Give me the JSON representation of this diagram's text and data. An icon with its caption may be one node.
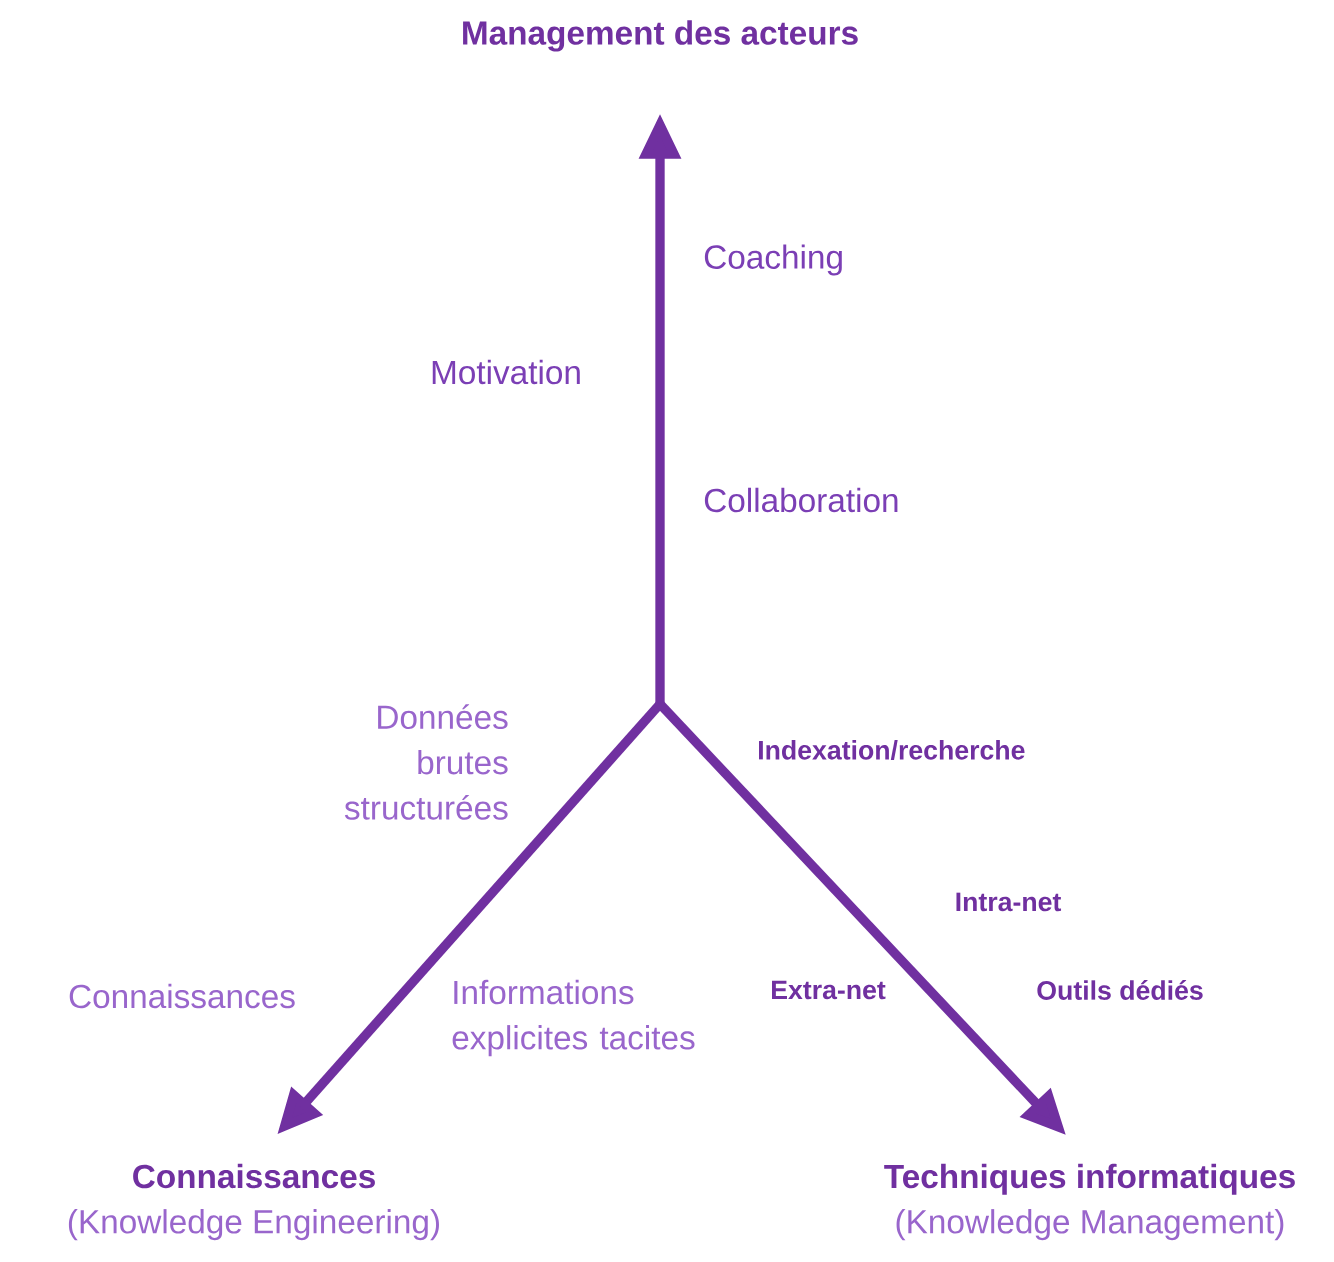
{
  "diagram": {
    "nodes": [
      {
        "text": [
          "Management des acteurs"
        ]
      },
      {
        "text": [
          "Connaissances",
          "(Knowledge Engineering)"
        ]
      },
      {
        "text": [
          "Techniques informatiques",
          "(Knowledge Management)"
        ]
      }
    ],
    "edges": [
      {
        "from": null,
        "to": 0,
        "arrow": "to"
      },
      {
        "from": null,
        "to": 1,
        "arrow": "to"
      },
      {
        "from": null,
        "to": 2,
        "arrow": "to"
      }
    ],
    "labels": [
      "Coaching",
      "Motivation",
      "Collaboration",
      "Données brutes structurées",
      "Indexation/recherche",
      "Intra-net",
      "Connaissances",
      "Informations explicites tacites",
      "Extra-net",
      "Outils dédiés"
    ]
  }
}
